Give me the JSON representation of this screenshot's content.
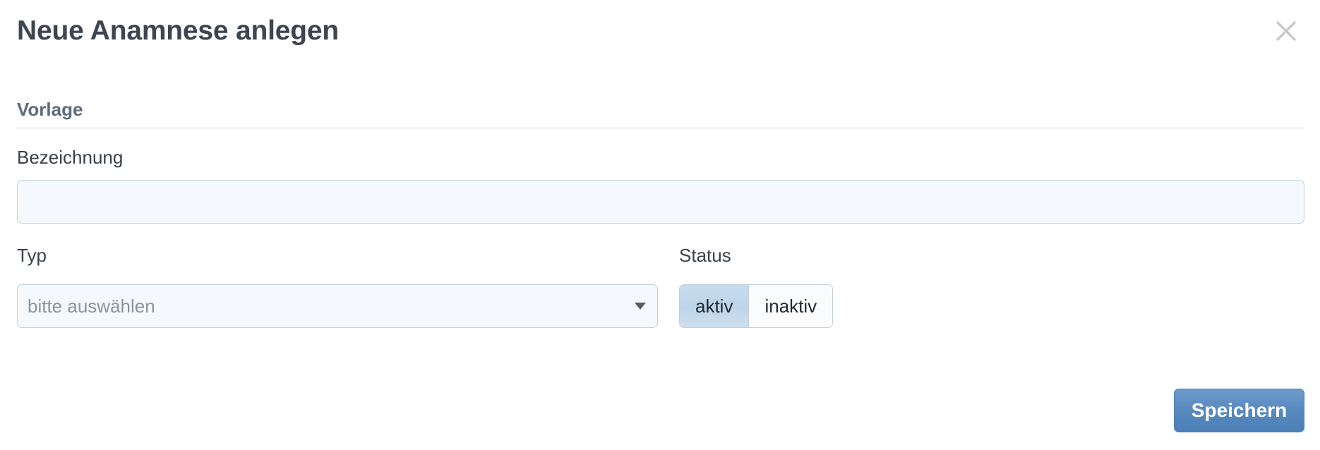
{
  "dialog": {
    "title": "Neue Anamnese anlegen",
    "close_icon": "close-icon"
  },
  "section": {
    "heading": "Vorlage"
  },
  "fields": {
    "bezeichnung": {
      "label": "Bezeichnung",
      "value": "",
      "placeholder": ""
    },
    "typ": {
      "label": "Typ",
      "selected": "bitte auswählen",
      "caret_icon": "chevron-down-icon"
    },
    "status": {
      "label": "Status",
      "selected": "aktiv",
      "options": [
        {
          "label": "aktiv",
          "selected": true
        },
        {
          "label": "inaktiv",
          "selected": false
        }
      ]
    }
  },
  "footer": {
    "save_label": "Speichern"
  },
  "colors": {
    "accent": "#5688bd",
    "input_background": "#f5f8fd",
    "input_border": "#c3cfd9",
    "segment_selected": "#bdd5e9",
    "title_text": "#3d4550",
    "section_heading_text": "#5f6b78",
    "placeholder_text": "#8b939c",
    "close_icon": "#c9c9c9"
  }
}
